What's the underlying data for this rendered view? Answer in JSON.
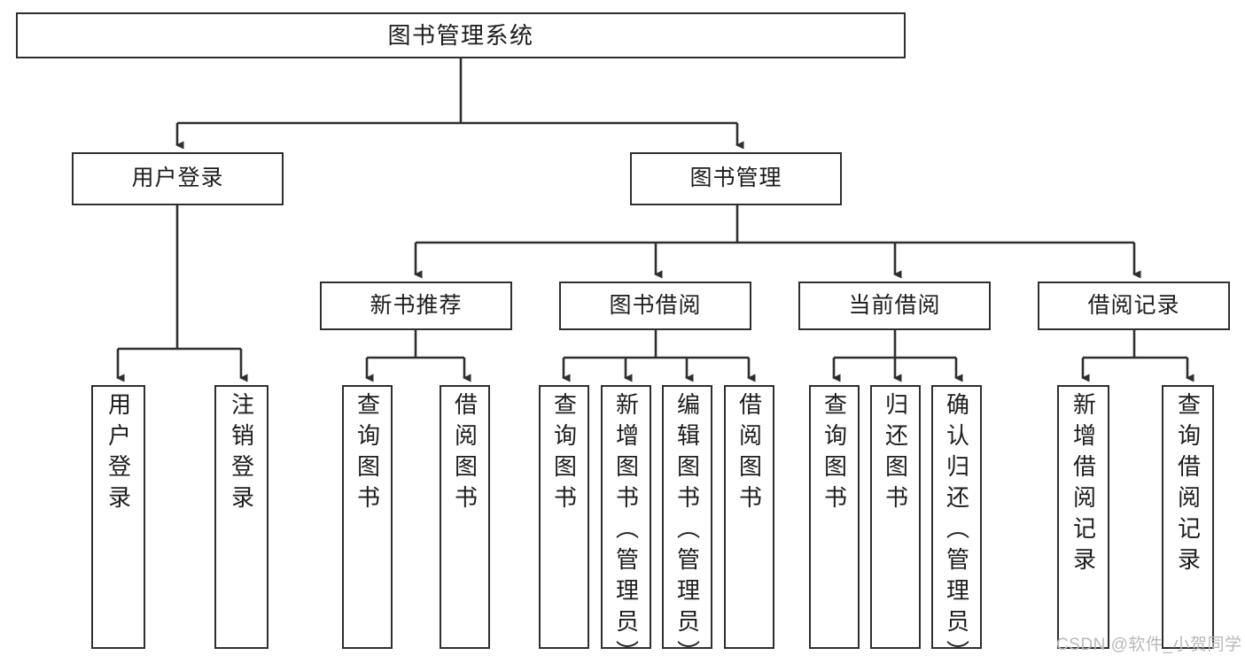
{
  "diagram": {
    "title": "图书管理系统",
    "type": "hierarchy-tree",
    "watermark": "CSDN @软件_小贺同学",
    "colors": {
      "box_border": "#2f2f2f",
      "box_fill": "#ffffff",
      "connector": "#2f2f2f",
      "text": "#1c1c1c",
      "watermark": "#b9b9b9"
    },
    "levels": {
      "level1_label": "图书管理系统",
      "level2": [
        {
          "label": "用户登录"
        },
        {
          "label": "图书管理"
        }
      ],
      "level3": [
        {
          "label": "新书推荐"
        },
        {
          "label": "图书借阅"
        },
        {
          "label": "当前借阅"
        },
        {
          "label": "借阅记录"
        }
      ],
      "level4": [
        {
          "label": "用户登录",
          "parent": "用户登录"
        },
        {
          "label": "注销登录",
          "parent": "用户登录"
        },
        {
          "label": "查询图书",
          "parent": "新书推荐"
        },
        {
          "label": "借阅图书",
          "parent": "新书推荐"
        },
        {
          "label": "查询图书",
          "parent": "图书借阅"
        },
        {
          "label": "新增图书（管理员）",
          "parent": "图书借阅"
        },
        {
          "label": "编辑图书（管理员）",
          "parent": "图书借阅"
        },
        {
          "label": "借阅图书",
          "parent": "图书借阅"
        },
        {
          "label": "查询图书",
          "parent": "当前借阅"
        },
        {
          "label": "归还图书",
          "parent": "当前借阅"
        },
        {
          "label": "确认归还（管理员）",
          "parent": "当前借阅"
        },
        {
          "label": "新增借阅记录",
          "parent": "借阅记录"
        },
        {
          "label": "查询借阅记录",
          "parent": "借阅记录"
        }
      ]
    }
  }
}
